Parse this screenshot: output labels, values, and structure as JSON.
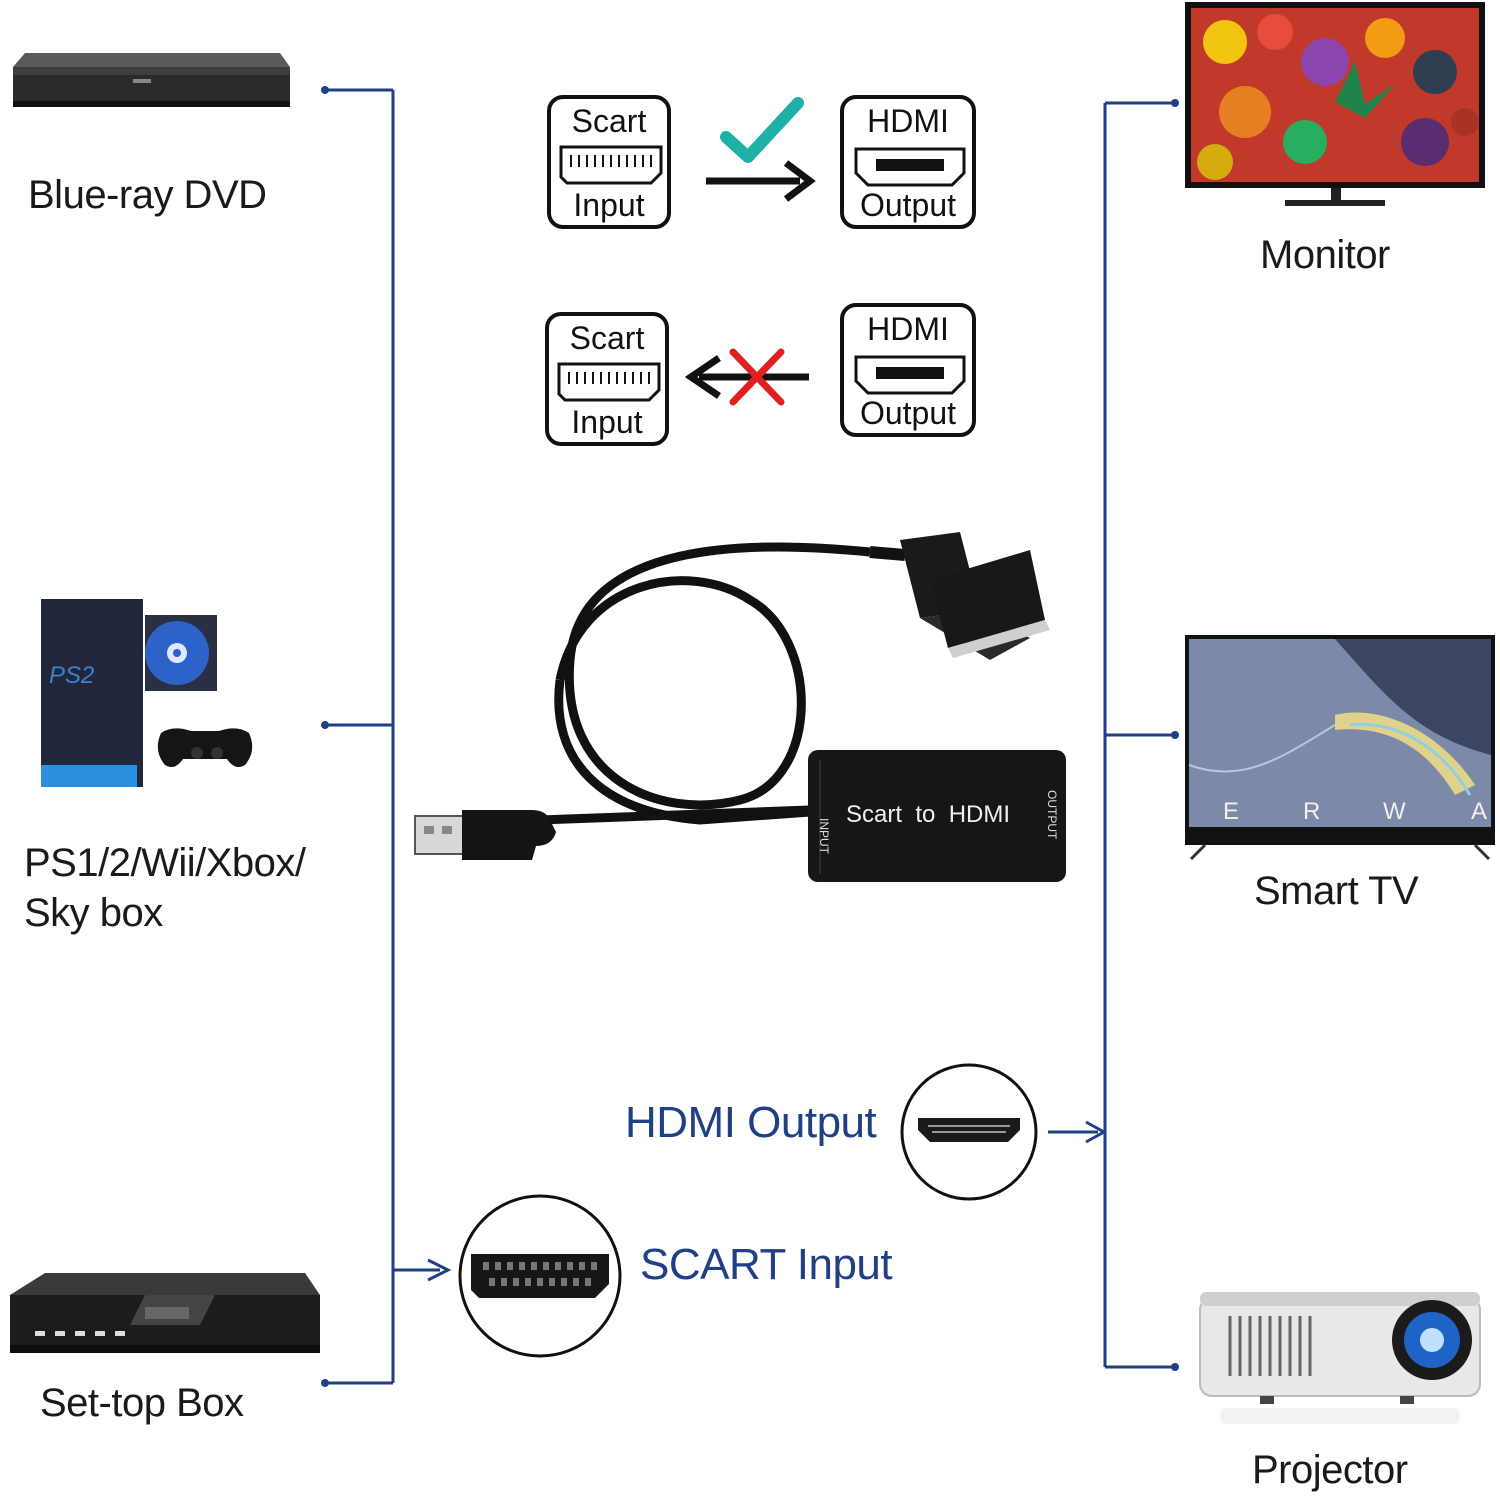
{
  "colors": {
    "connector_line": "#1f3f86",
    "label_text": "#1a1a1a",
    "blue_text": "#1f3f86",
    "check_mark": "#1fb0a8",
    "cross_mark": "#e02020"
  },
  "sources": [
    {
      "label": "Blue-ray DVD",
      "icon": "bluray-player-icon"
    },
    {
      "label": "PS1/2/Wii/Xbox/\nSky box",
      "icon": "game-console-icon"
    },
    {
      "label": "Set-top Box",
      "icon": "settop-box-icon"
    }
  ],
  "outputs": [
    {
      "label": "Monitor",
      "icon": "monitor-icon"
    },
    {
      "label": "Smart TV",
      "icon": "smart-tv-icon"
    },
    {
      "label": "Projector",
      "icon": "projector-icon"
    }
  ],
  "direction": {
    "valid": {
      "left_top": "Scart",
      "left_bottom": "Input",
      "right_top": "HDMI",
      "right_bottom": "Output",
      "mark": "check-icon"
    },
    "invalid": {
      "left_top": "Scart",
      "left_bottom": "Input",
      "right_top": "HDMI",
      "right_bottom": "Output",
      "mark": "cross-icon"
    }
  },
  "adapter": {
    "device_label": "Scart  to  HDMI",
    "input_side": "INPUT",
    "output_side": "OUTPUT"
  },
  "tv_screen_letters": [
    "E",
    "R",
    "W",
    "A"
  ],
  "ports": {
    "hdmi_output": "HDMI Output",
    "scart_input": "SCART Input"
  }
}
